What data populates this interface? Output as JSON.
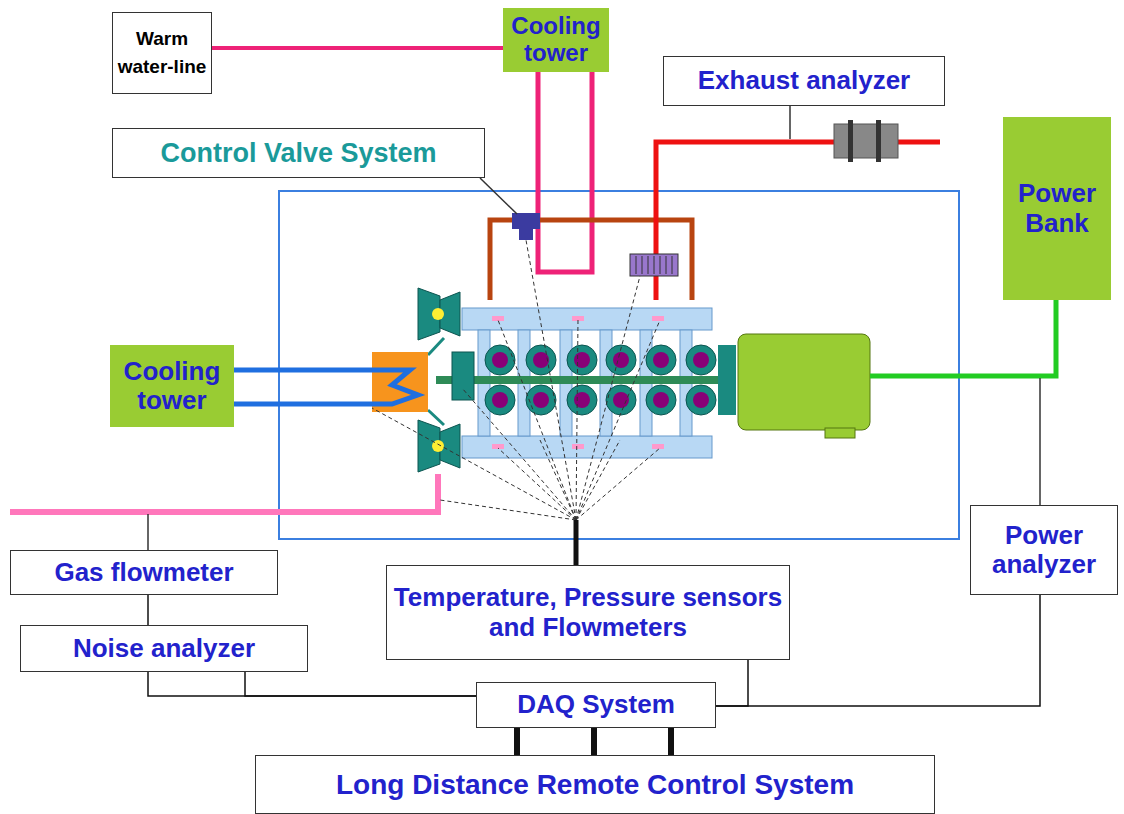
{
  "diagram": {
    "nodes": [
      {
        "text": [
          "Warm water-line"
        ]
      },
      {
        "text": [
          "Cooling tower"
        ]
      },
      {
        "text": [
          "Exhaust analyzer"
        ]
      },
      {
        "text": [
          "Control Valve System"
        ]
      },
      {
        "text": [
          "Power Bank"
        ]
      },
      {
        "text": [
          "Cooling tower"
        ]
      },
      {
        "text": [
          "Gas flowmeter"
        ]
      },
      {
        "text": [
          "Temperature, Pressure sensors and Flowmeters"
        ]
      },
      {
        "text": [
          "Power analyzer"
        ]
      },
      {
        "text": [
          "Noise analyzer"
        ]
      },
      {
        "text": [
          "DAQ System"
        ]
      },
      {
        "text": [
          "Long Distance Remote Control System"
        ]
      }
    ],
    "edges": [
      {
        "from": 6,
        "to": 9,
        "arrow": "none"
      },
      {
        "from": 9,
        "to": 10,
        "arrow": "none"
      },
      {
        "from": 9,
        "to": 10,
        "arrow": "none"
      },
      {
        "from": 7,
        "to": 10,
        "arrow": "none"
      },
      {
        "from": 8,
        "to": 10,
        "arrow": "none"
      },
      {
        "from": 10,
        "to": 11,
        "arrow": "none"
      },
      {
        "from": 10,
        "to": 11,
        "arrow": "none"
      },
      {
        "from": 10,
        "to": 11,
        "arrow": "none"
      }
    ]
  }
}
